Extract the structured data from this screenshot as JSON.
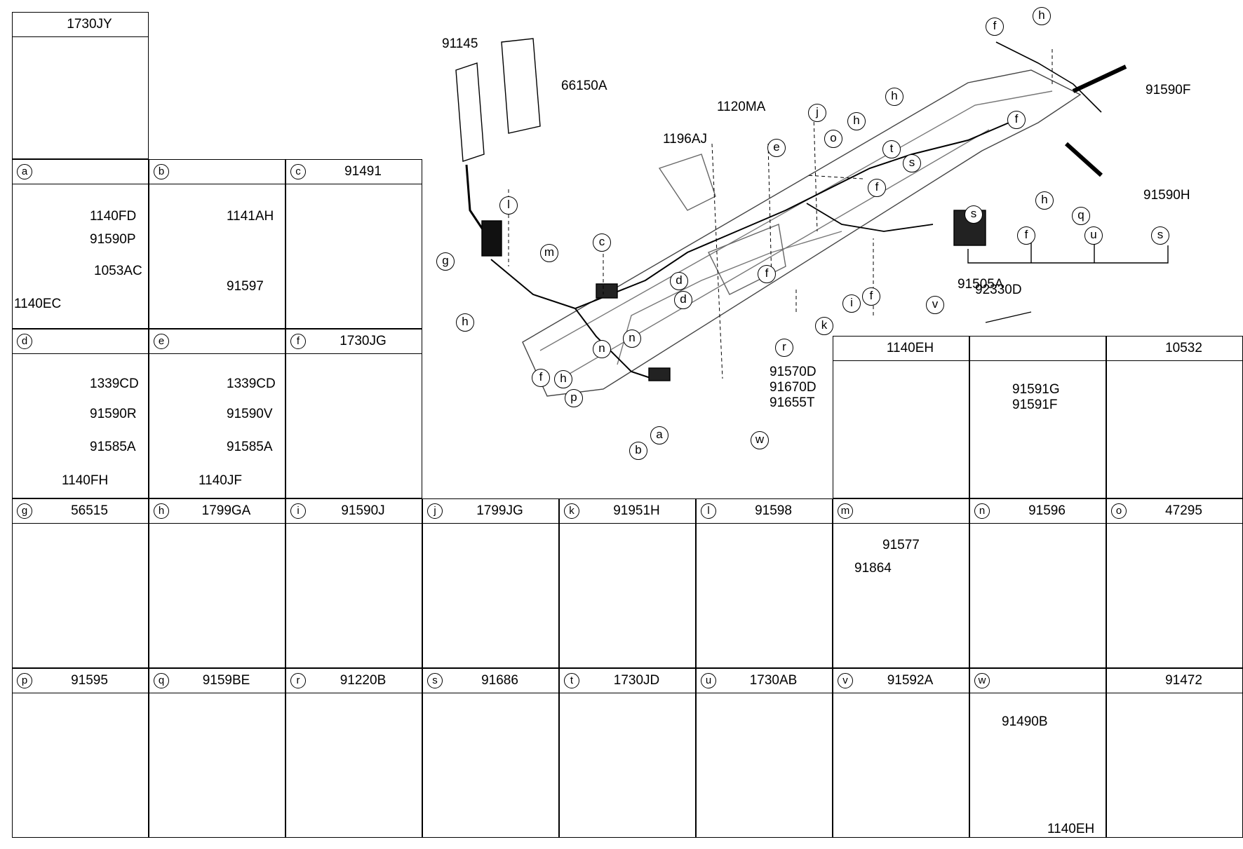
{
  "cells": [
    {
      "key": "top-left",
      "letter": "",
      "title": "1730JY",
      "labels": []
    },
    {
      "key": "a",
      "letter": "a",
      "title": "",
      "labels": [
        "1140FD",
        "91590P",
        "1053AC",
        "1140EC"
      ]
    },
    {
      "key": "b",
      "letter": "b",
      "title": "",
      "labels": [
        "1141AH",
        "91597"
      ]
    },
    {
      "key": "c",
      "letter": "c",
      "title": "91491",
      "labels": []
    },
    {
      "key": "d",
      "letter": "d",
      "title": "",
      "labels": [
        "1339CD",
        "91590R",
        "91585A",
        "1140FH"
      ]
    },
    {
      "key": "e",
      "letter": "e",
      "title": "",
      "labels": [
        "1339CD",
        "91590V",
        "91585A",
        "1140JF"
      ]
    },
    {
      "key": "f",
      "letter": "f",
      "title": "1730JG",
      "labels": []
    },
    {
      "key": "1140EH",
      "letter": "",
      "title": "1140EH",
      "labels": []
    },
    {
      "key": "blank",
      "letter": "",
      "title": "",
      "labels": [
        "91591G",
        "91591F"
      ]
    },
    {
      "key": "10532",
      "letter": "",
      "title": "10532",
      "labels": []
    },
    {
      "key": "g",
      "letter": "g",
      "title": "56515",
      "labels": []
    },
    {
      "key": "h",
      "letter": "h",
      "title": "1799GA",
      "labels": []
    },
    {
      "key": "i",
      "letter": "i",
      "title": "91590J",
      "labels": []
    },
    {
      "key": "j",
      "letter": "j",
      "title": "1799JG",
      "labels": []
    },
    {
      "key": "k",
      "letter": "k",
      "title": "91951H",
      "labels": []
    },
    {
      "key": "l",
      "letter": "l",
      "title": "91598",
      "labels": []
    },
    {
      "key": "m",
      "letter": "m",
      "title": "",
      "labels": [
        "91577",
        "91864"
      ]
    },
    {
      "key": "n",
      "letter": "n",
      "title": "91596",
      "labels": []
    },
    {
      "key": "o",
      "letter": "o",
      "title": "47295",
      "labels": []
    },
    {
      "key": "p",
      "letter": "p",
      "title": "91595",
      "labels": []
    },
    {
      "key": "q",
      "letter": "q",
      "title": "9159BE",
      "labels": []
    },
    {
      "key": "r",
      "letter": "r",
      "title": "91220B",
      "labels": []
    },
    {
      "key": "s",
      "letter": "s",
      "title": "91686",
      "labels": []
    },
    {
      "key": "t",
      "letter": "t",
      "title": "1730JD",
      "labels": []
    },
    {
      "key": "u",
      "letter": "u",
      "title": "1730AB",
      "labels": []
    },
    {
      "key": "v",
      "letter": "v",
      "title": "91592A",
      "labels": []
    },
    {
      "key": "w",
      "letter": "w",
      "title": "",
      "labels": [
        "91490B",
        "1140EH"
      ]
    },
    {
      "key": "91472",
      "letter": "",
      "title": "91472",
      "labels": []
    }
  ],
  "main": {
    "part_labels": [
      "91145",
      "66150A",
      "1120MA",
      "1196AJ",
      "91590F",
      "91590H",
      "91505A",
      "92330D",
      "91570D",
      "91670D",
      "91655T"
    ],
    "callouts": [
      "l",
      "g",
      "m",
      "h",
      "c",
      "n",
      "n",
      "f",
      "h",
      "p",
      "b",
      "a",
      "d",
      "d",
      "e",
      "f",
      "r",
      "w",
      "j",
      "o",
      "h",
      "h",
      "t",
      "f",
      "s",
      "s",
      "k",
      "i",
      "f",
      "v",
      "f",
      "h",
      "f",
      "h",
      "q",
      "f",
      "u",
      "s"
    ]
  }
}
